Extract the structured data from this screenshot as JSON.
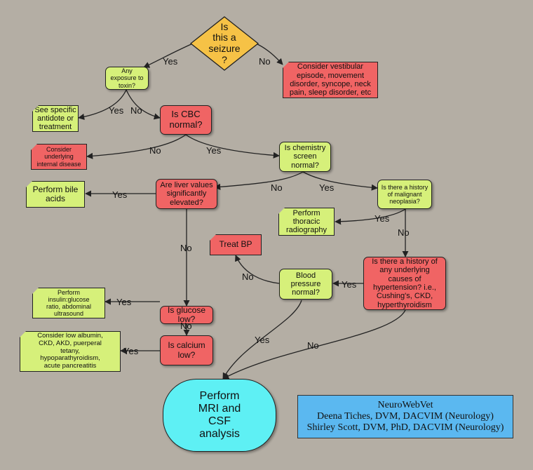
{
  "colors": {
    "background": "#b4aea4",
    "decision_yes_node": "#d6f07a",
    "decision_no_node": "#f06464",
    "start": "#f6c246",
    "terminal": "#5ef0f4",
    "credit_box": "#5bb8f0"
  },
  "nodes": {
    "is_seizure": "Is\nthis a\nseizure\n?",
    "consider_vestibular": "Consider vestibular\nepisode, movement\ndisorder, syncope, neck\npain, sleep disorder, etc",
    "toxin": "Any\nexposure to\ntoxin?",
    "antidote": "See specific\nantidote or\ntreatment",
    "cbc": "Is CBC\nnormal?",
    "internal_disease": "Consider\nunderlying\ninternal disease",
    "chemistry": "Is chemistry\nscreen\nnormal?",
    "liver": "Are liver values\nsignificantly\nelevated?",
    "bile_acids": "Perform bile\nacids",
    "malignant": "Is there a history\nof malignant\nneoplasia?",
    "thoracic": "Perform\nthoracic\nradiography",
    "treat_bp": "Treat BP",
    "bp_normal": "Blood\npressure\nnormal?",
    "hypertension": "Is there a history of\nany underlying\ncauses of\nhypertension? i.e.,\nCushing's, CKD,\nhyperthyroidism",
    "insulin": "Perform\ninsulin:glucose\nratio, abdominal\nultrasound",
    "glucose": "Is glucose\nlow?",
    "calcium": "Is calcium\nlow?",
    "low_albumin": "Consider low albumin,\nCKD, AKD, puerperal\ntetany,\nhypoparathyroidism,\nacute pancreatitis",
    "mri": "Perform\nMRI and\nCSF\nanalysis"
  },
  "labels": {
    "yes": "Yes",
    "no": "No"
  },
  "credit": {
    "org": "NeuroWebVet",
    "author1": "Deena Tiches, DVM, DACVIM (Neurology)",
    "author2": "Shirley Scott, DVM, PhD, DACVIM (Neurology)"
  }
}
